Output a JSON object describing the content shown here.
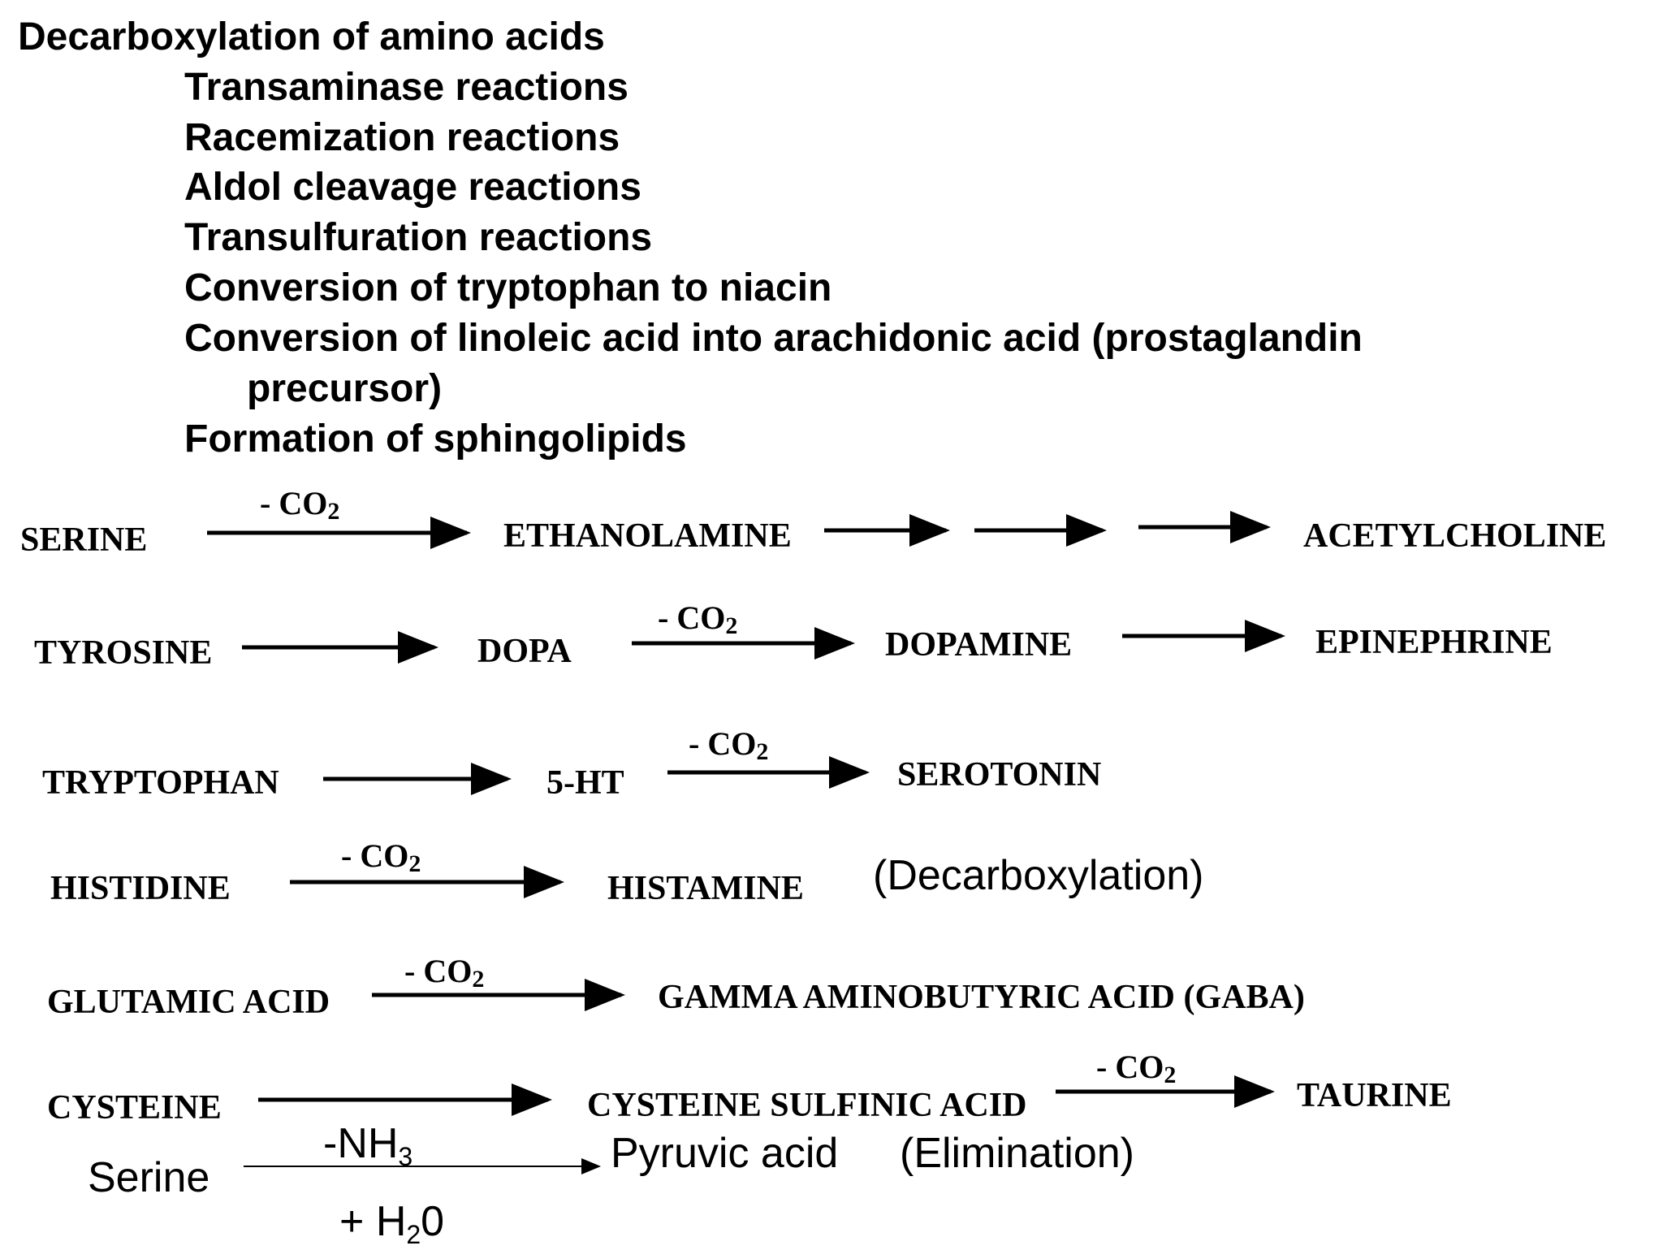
{
  "header": {
    "title": "Decarboxylation of amino acids",
    "items": [
      "Transaminase reactions",
      "Racemization reactions",
      "Aldol cleavage reactions",
      "Transulfuration reactions",
      "Conversion of tryptophan to niacin",
      "Conversion of linoleic acid into arachidonic acid (prostaglandin",
      "precursor)",
      "Formation of sphingolipids"
    ]
  },
  "co2": {
    "minus": "- CO",
    "sub": "2"
  },
  "pathways": {
    "serine": {
      "a": "SERINE",
      "b": "ETHANOLAMINE",
      "c": "ACETYLCHOLINE"
    },
    "tyrosine": {
      "a": "TYROSINE",
      "b": "DOPA",
      "c": "DOPAMINE",
      "d": "EPINEPHRINE"
    },
    "tryptophan": {
      "a": "TRYPTOPHAN",
      "b": "5-HT",
      "c": "SEROTONIN"
    },
    "histidine": {
      "a": "HISTIDINE",
      "b": "HISTAMINE",
      "note": "(Decarboxylation)"
    },
    "glutamic": {
      "a": "GLUTAMIC ACID",
      "b": "GAMMA AMINOBUTYRIC ACID (GABA)"
    },
    "cysteine": {
      "a": "CYSTEINE",
      "b": "CYSTEINE SULFINIC ACID",
      "c": "TAURINE"
    }
  },
  "elimination": {
    "from": "Serine",
    "above": "-NH",
    "above_sub": "3",
    "to": "Pyruvic acid",
    "note": "(Elimination)",
    "below_a": "+ H",
    "below_sub": "2",
    "below_b": "0"
  }
}
